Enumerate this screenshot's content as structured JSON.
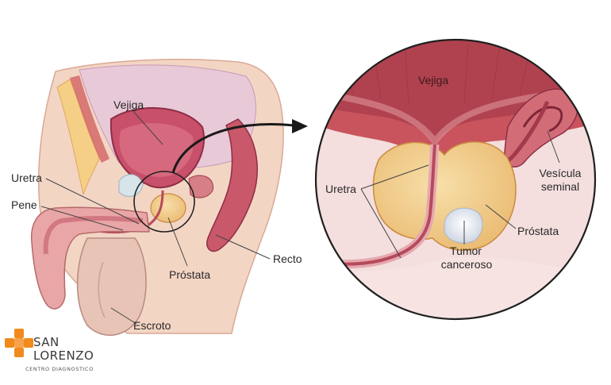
{
  "left_figure": {
    "labels": {
      "bladder": "Vejiga",
      "urethra": "Uretra",
      "penis": "Pene",
      "prostate": "Próstata",
      "rectum": "Recto",
      "scrotum": "Escroto"
    }
  },
  "zoom_figure": {
    "labels": {
      "bladder": "Vejiga",
      "urethra": "Uretra",
      "seminal_vesicle_line1": "Vesícula",
      "seminal_vesicle_line2": "seminal",
      "prostate": "Próstata",
      "tumor_line1": "Tumor",
      "tumor_line2": "canceroso"
    }
  },
  "logo": {
    "name_line1": "SAN",
    "name_line2": "LORENZO",
    "tagline": "CENTRO DIAGNOSTICO",
    "color": "#f08a1c"
  }
}
